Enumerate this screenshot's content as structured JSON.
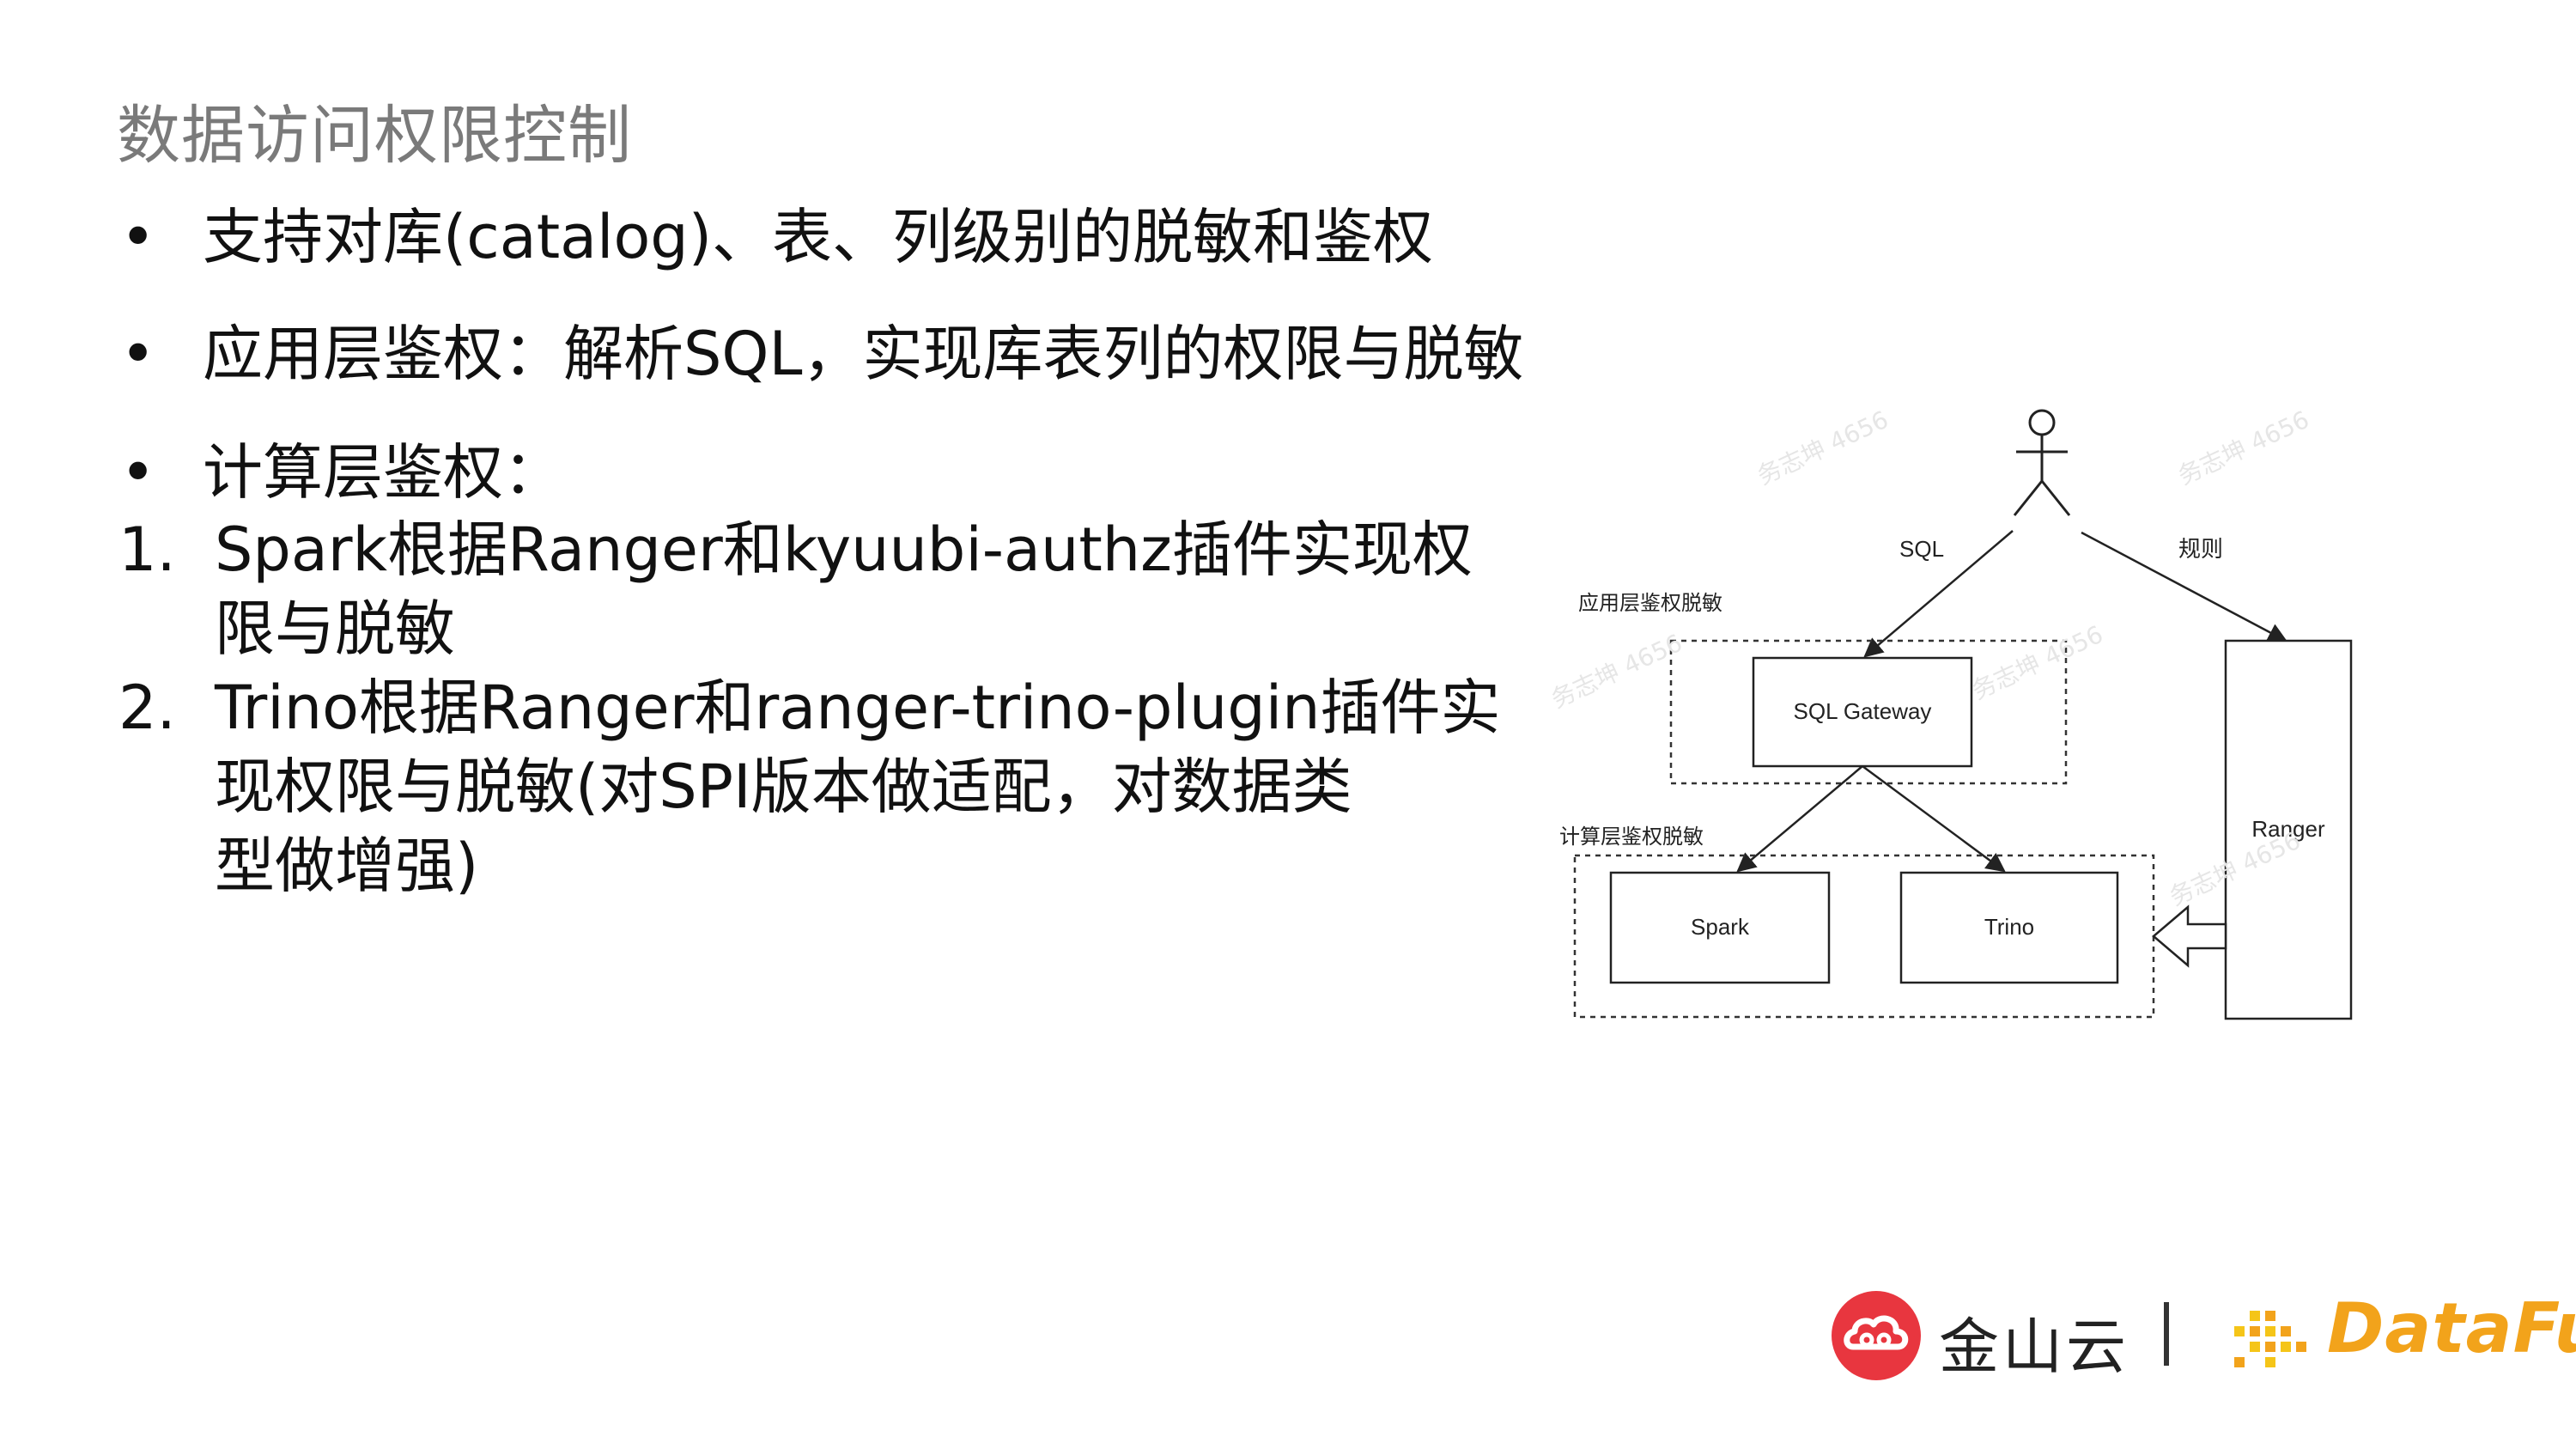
{
  "title": "数据访问权限控制",
  "bullets": [
    {
      "marker": "•",
      "text": "支持对库(catalog)、表、列级别的脱敏和鉴权"
    },
    {
      "marker": "•",
      "text": "应用层鉴权：解析SQL，实现库表列的权限与脱敏"
    },
    {
      "marker": "•",
      "text": "计算层鉴权："
    }
  ],
  "numbered": [
    {
      "num": "1.",
      "lines": [
        "Spark根据Ranger和kyuubi-authz插件实现权",
        "限与脱敏"
      ]
    },
    {
      "num": "2.",
      "lines": [
        "Trino根据Ranger和ranger-trino-plugin插件实",
        "现权限与脱敏(对SPI版本做适配，对数据类",
        "型做增强)"
      ]
    }
  ],
  "diagram": {
    "edge_sql": "SQL",
    "edge_rules": "规则",
    "app_layer": "应用层鉴权脱敏",
    "compute_layer": "计算层鉴权脱敏",
    "sql_gateway": "SQL Gateway",
    "spark": "Spark",
    "trino": "Trino",
    "ranger": "Ranger",
    "watermark": "务志坤 4656"
  },
  "footer": {
    "kingsoft_text": "金山云",
    "separator": "|",
    "datafun_text": "DataFun."
  },
  "colors": {
    "title": "#7a7a7a",
    "kingsoft_red": "#e8363f",
    "datafun_orange": "#f2a31b"
  }
}
